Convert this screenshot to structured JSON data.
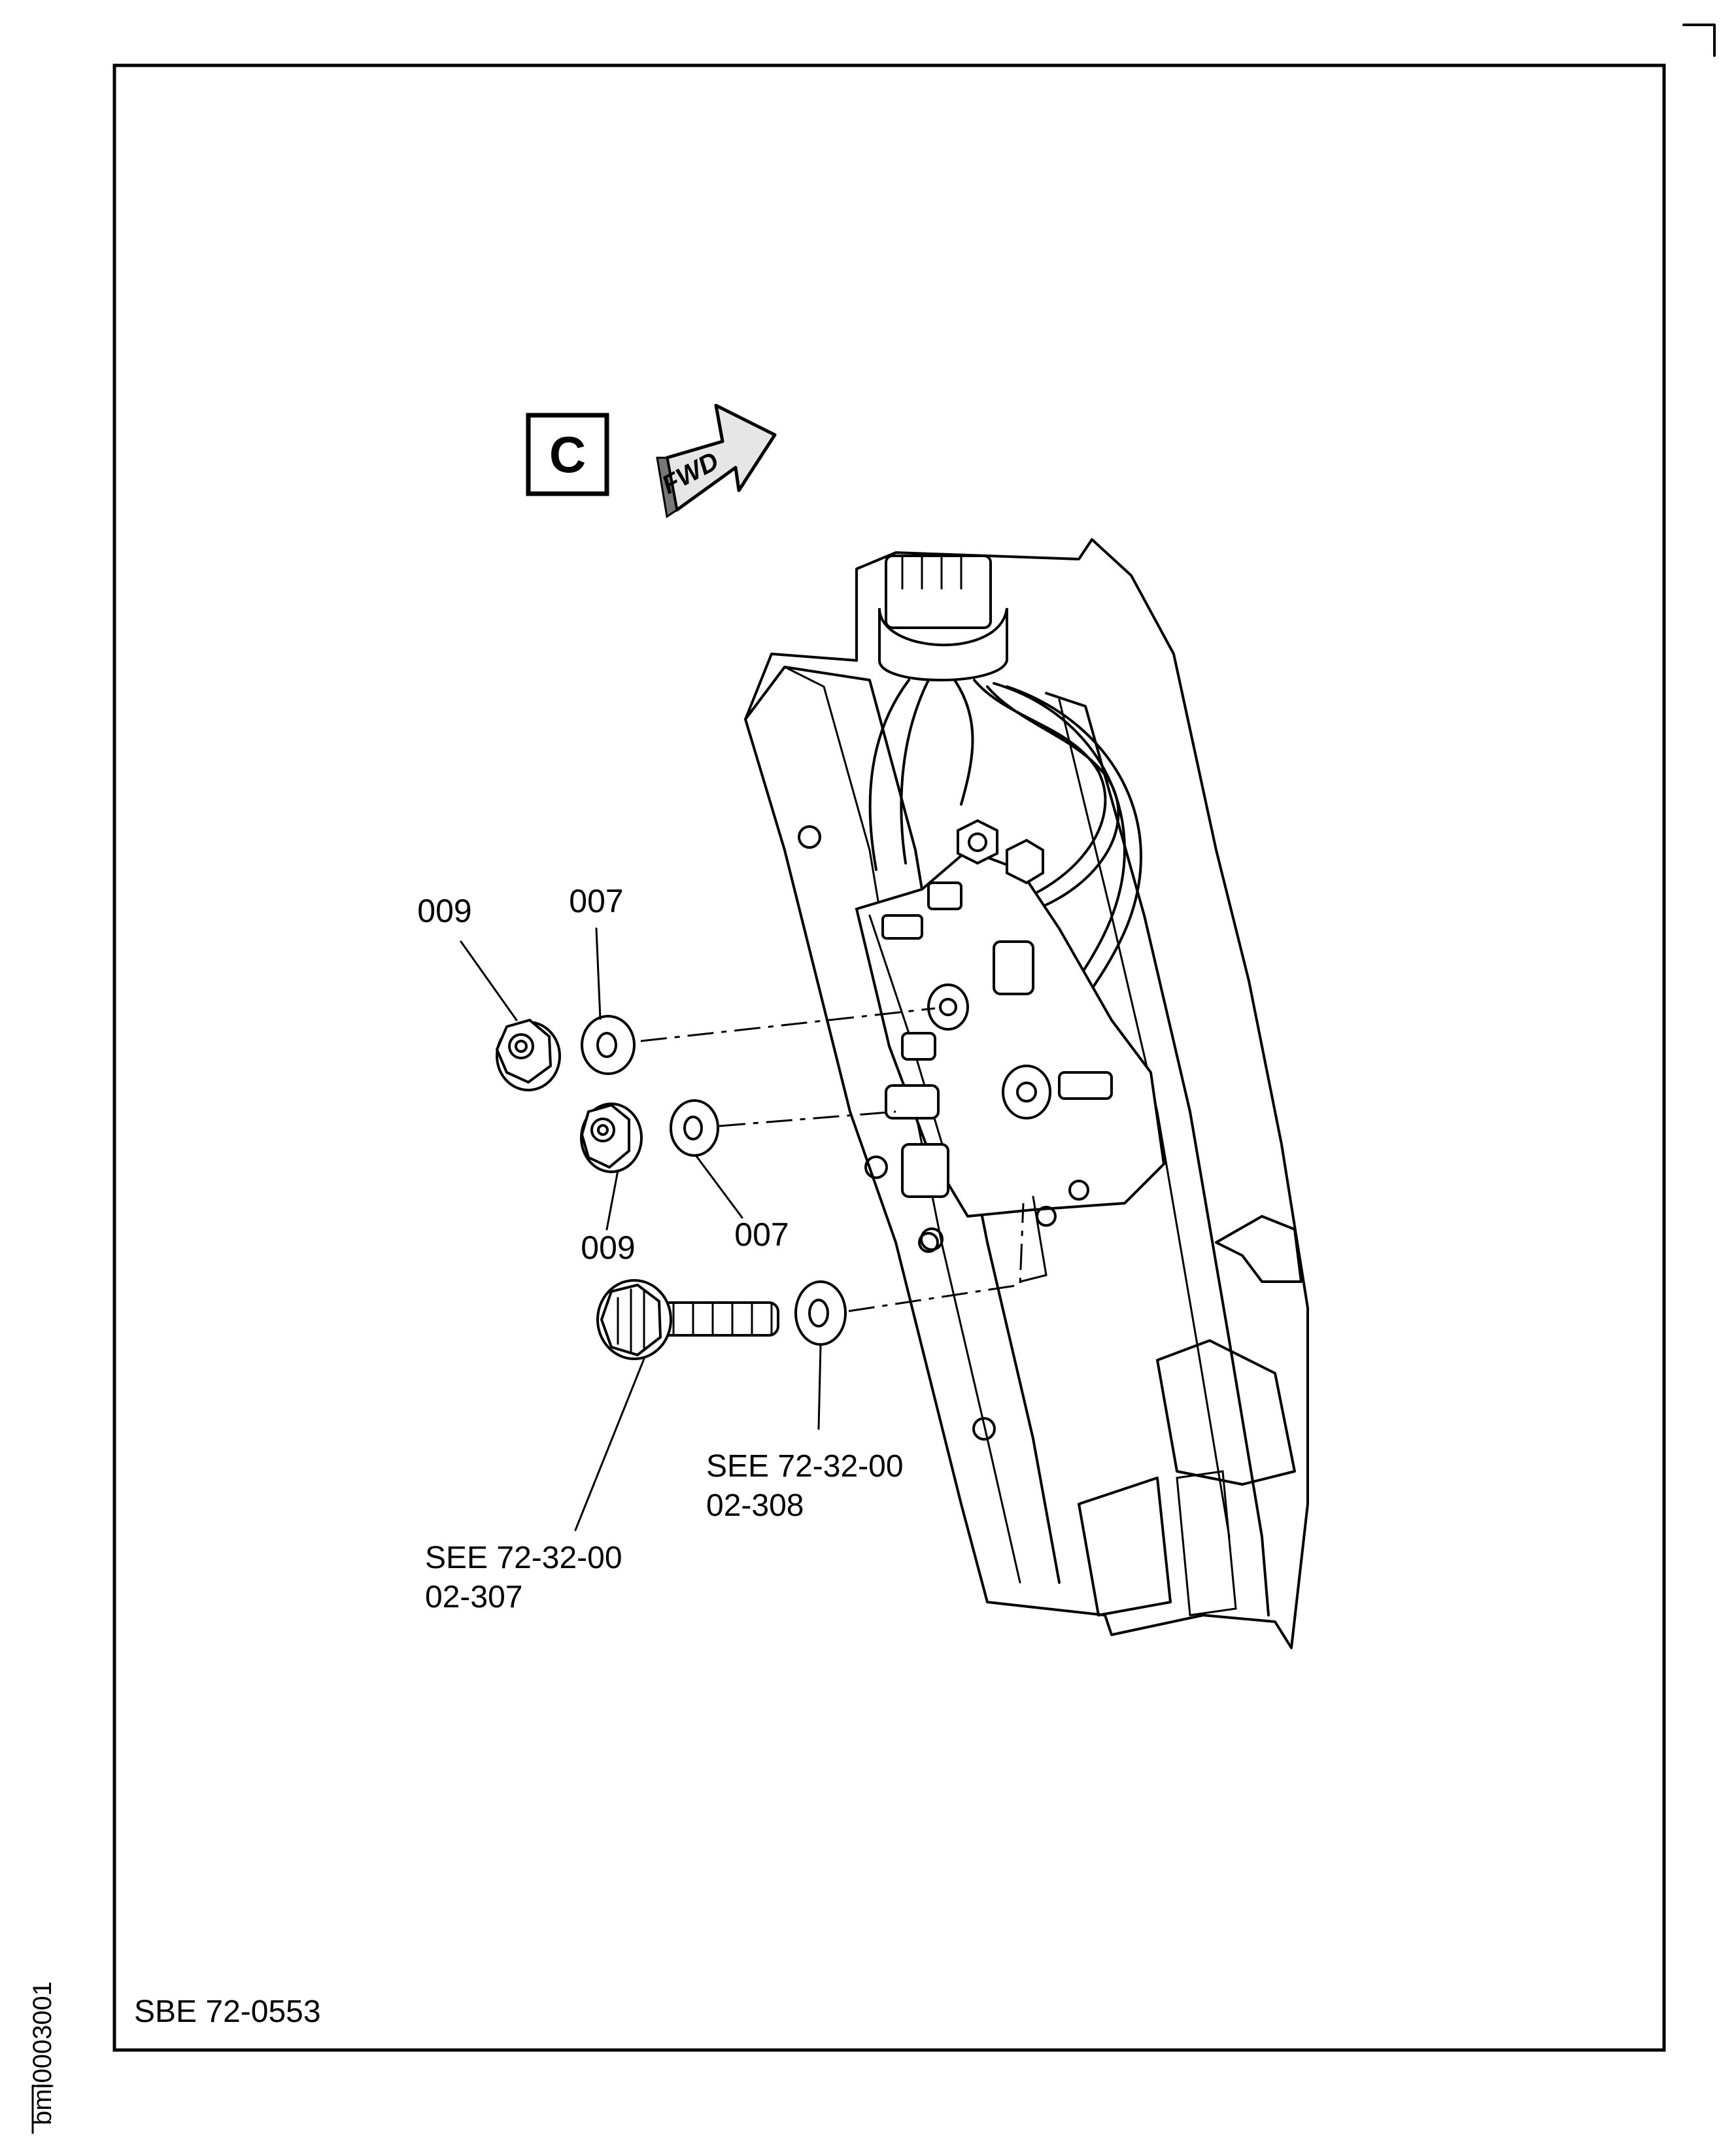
{
  "view_label": "C",
  "direction_label": "FWD",
  "callouts": {
    "nut_upper": "009",
    "washer_upper": "007",
    "nut_lower": "009",
    "washer_lower": "007"
  },
  "references": {
    "bolt": {
      "line1": "SEE 72-32-00",
      "line2": "02-307"
    },
    "washer": {
      "line1": "SEE 72-32-00",
      "line2": "02-308"
    }
  },
  "figure_id": "SBE 72-0553",
  "sheet_id": "bmi0003001"
}
